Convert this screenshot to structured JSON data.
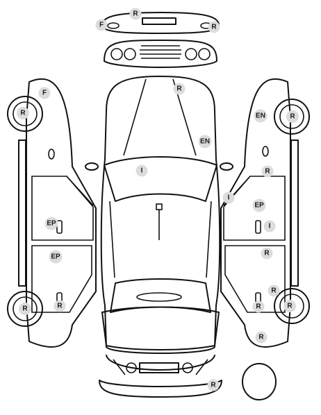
{
  "markers": [
    {
      "id": "m1",
      "code": "R"
    },
    {
      "id": "m2",
      "code": "F"
    },
    {
      "id": "m3",
      "code": "R"
    },
    {
      "id": "m4",
      "code": "R"
    },
    {
      "id": "m5",
      "code": "EN"
    },
    {
      "id": "m6",
      "code": "I"
    },
    {
      "id": "m7",
      "code": "F"
    },
    {
      "id": "m8",
      "code": "R"
    },
    {
      "id": "m9",
      "code": "EP"
    },
    {
      "id": "m10",
      "code": "EP"
    },
    {
      "id": "m11",
      "code": "R"
    },
    {
      "id": "m12",
      "code": "R"
    },
    {
      "id": "m13",
      "code": "EN"
    },
    {
      "id": "m14",
      "code": "R"
    },
    {
      "id": "m15",
      "code": "R"
    },
    {
      "id": "m16",
      "code": "I"
    },
    {
      "id": "m17",
      "code": "EP"
    },
    {
      "id": "m18",
      "code": "I"
    },
    {
      "id": "m19",
      "code": "R"
    },
    {
      "id": "m20",
      "code": "R"
    },
    {
      "id": "m21",
      "code": "R"
    },
    {
      "id": "m22",
      "code": "R"
    },
    {
      "id": "m23",
      "code": "R"
    },
    {
      "id": "m24",
      "code": "R"
    }
  ]
}
